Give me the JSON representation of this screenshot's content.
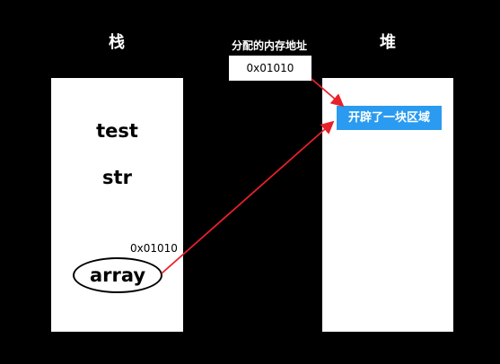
{
  "stack": {
    "title": "栈",
    "items": [
      "test",
      "str"
    ],
    "pointer_address": "0x01010",
    "pointer_name": "array"
  },
  "heap": {
    "title": "堆",
    "region_label": "开辟了一块区域"
  },
  "allocation": {
    "caption": "分配的内存地址",
    "address": "0x01010"
  },
  "colors": {
    "background": "#000000",
    "box": "#ffffff",
    "arrow": "#e8202a",
    "region": "#2a9bf0"
  }
}
